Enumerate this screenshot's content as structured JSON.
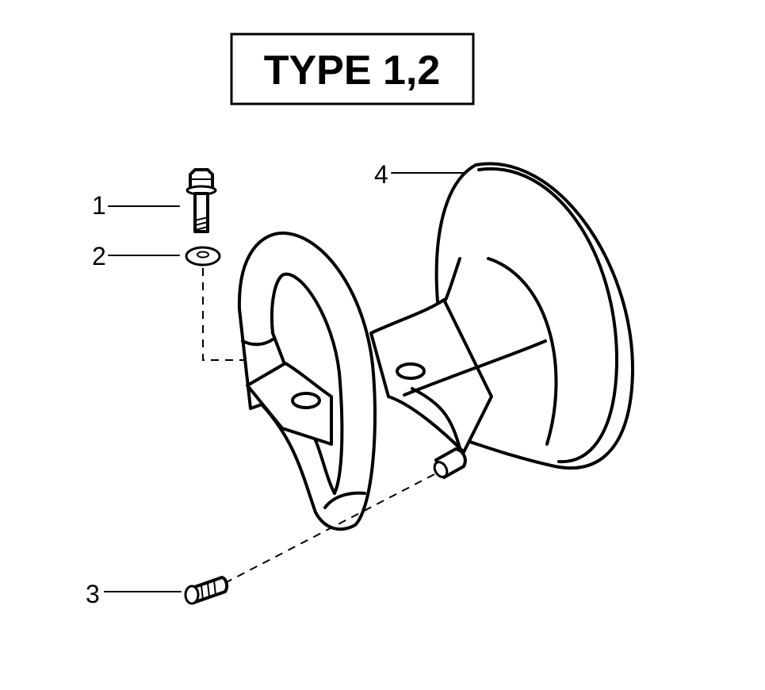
{
  "title": "TYPE 1,2",
  "callouts": [
    {
      "id": "1",
      "label": "1",
      "part": "bolt"
    },
    {
      "id": "2",
      "label": "2",
      "part": "washer"
    },
    {
      "id": "3",
      "label": "3",
      "part": "set-screw"
    },
    {
      "id": "4",
      "label": "4",
      "part": "handle-housing"
    }
  ],
  "colors": {
    "line": "#000000",
    "background": "#ffffff"
  }
}
